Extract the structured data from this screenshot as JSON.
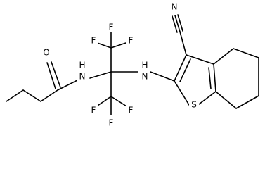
{
  "molecule": {
    "atom_labels": {
      "o": "O",
      "n_amide_h": "H",
      "n_amide_n": "N",
      "f_top_left": "F",
      "f_top_center": "F",
      "f_top_right": "F",
      "n_amine_h": "H",
      "n_amine_n": "N",
      "n_nitrile": "N",
      "f_bottom_left": "F",
      "f_bottom_center": "F",
      "f_bottom_right": "F",
      "s": "S"
    }
  }
}
